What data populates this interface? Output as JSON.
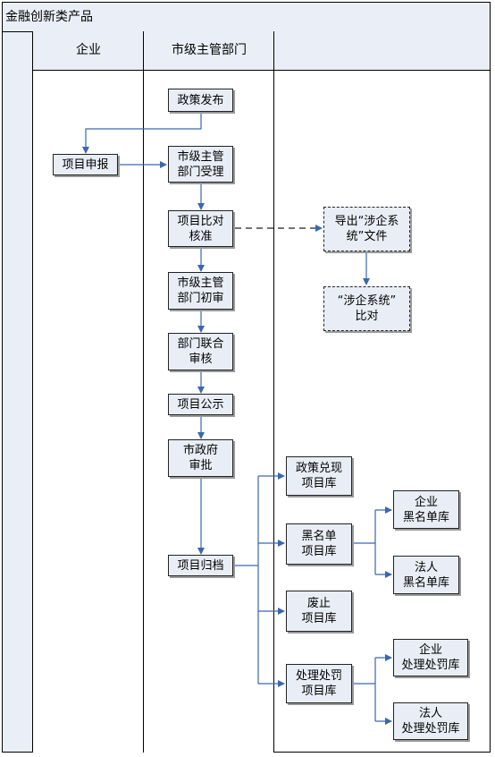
{
  "title": "金融创新类产品",
  "lanes": [
    "企业",
    "市级主管部门",
    ""
  ],
  "nodes": {
    "policy_release": "政策发布",
    "project_apply": "项目申报",
    "dept_accept": "市级主管\n部门受理",
    "project_compare": "项目比对\n核准",
    "export_file": "导出“涉企系\n统”文件",
    "system_compare": "“涉企系统”\n比对",
    "dept_first_review": "市级主管\n部门初审",
    "joint_review": "部门联合\n审核",
    "project_publicity": "项目公示",
    "gov_approval": "市政府\n审批",
    "project_archive": "项目归档",
    "policy_cash_db": "政策兑现\n项目库",
    "blacklist_db": "黑名单\n项目库",
    "enterprise_blacklist": "企业\n黑名单库",
    "legal_blacklist": "法人\n黑名单库",
    "abolish_db": "废止\n项目库",
    "penalty_db": "处理处罚\n项目库",
    "enterprise_penalty": "企业\n处理处罚库",
    "legal_penalty": "法人\n处理处罚库"
  }
}
